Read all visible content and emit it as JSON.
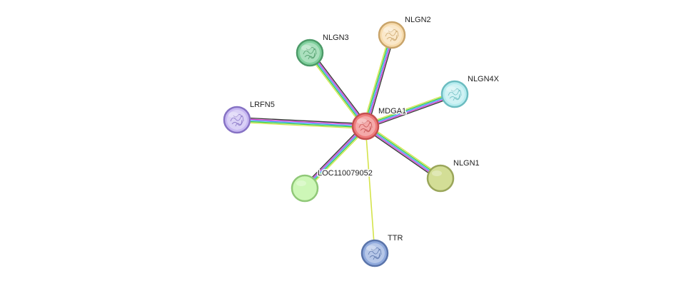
{
  "network": {
    "center": "MDGA1",
    "nodes": [
      {
        "id": "MDGA1",
        "label": "MDGA1",
        "color": "#ee7c7c",
        "stroke": "#c45050",
        "icon": "protein-structure-icon",
        "structure": true
      },
      {
        "id": "NLGN2",
        "label": "NLGN2",
        "color": "#f7dcae",
        "stroke": "#c9a46a",
        "icon": "protein-structure-icon",
        "structure": true
      },
      {
        "id": "NLGN3",
        "label": "NLGN3",
        "color": "#7fcf9c",
        "stroke": "#4c9a68",
        "icon": "protein-structure-icon",
        "structure": true
      },
      {
        "id": "NLGN4X",
        "label": "NLGN4X",
        "color": "#b7ecef",
        "stroke": "#6bbcc0",
        "icon": "protein-structure-icon",
        "structure": true
      },
      {
        "id": "LRFN5",
        "label": "LRFN5",
        "color": "#c7b8f2",
        "stroke": "#8672c4",
        "icon": "protein-structure-icon",
        "structure": true
      },
      {
        "id": "LOC110079052",
        "label": "LOC110079052",
        "color": "#cdf7b7",
        "stroke": "#90c878",
        "icon": "",
        "structure": false
      },
      {
        "id": "NLGN1",
        "label": "NLGN1",
        "color": "#d3de96",
        "stroke": "#9aa65a",
        "icon": "",
        "structure": false
      },
      {
        "id": "TTR",
        "label": "TTR",
        "color": "#8fa9dc",
        "stroke": "#5a74aa",
        "icon": "protein-structure-icon",
        "structure": true
      }
    ],
    "edges": [
      {
        "target": "NLGN2",
        "evidence": [
          "#d4e34a",
          "#33cc33",
          "#3399ff",
          "#cc33cc",
          "#333333"
        ]
      },
      {
        "target": "NLGN3",
        "evidence": [
          "#d4e34a",
          "#33cc33",
          "#3399ff",
          "#cc33cc",
          "#333333"
        ]
      },
      {
        "target": "NLGN4X",
        "evidence": [
          "#d4e34a",
          "#33cc33",
          "#3399ff",
          "#cc33cc",
          "#333333"
        ]
      },
      {
        "target": "LRFN5",
        "evidence": [
          "#d4e34a",
          "#33cc33",
          "#3399ff",
          "#cc33cc",
          "#333333"
        ]
      },
      {
        "target": "LOC110079052",
        "evidence": [
          "#d4e34a",
          "#33cc33",
          "#3399ff",
          "#cc33cc",
          "#333333"
        ]
      },
      {
        "target": "NLGN1",
        "evidence": [
          "#d4e34a",
          "#33cc33",
          "#3399ff",
          "#cc33cc",
          "#333333"
        ]
      },
      {
        "target": "TTR",
        "evidence": [
          "#d4e34a"
        ]
      }
    ]
  }
}
